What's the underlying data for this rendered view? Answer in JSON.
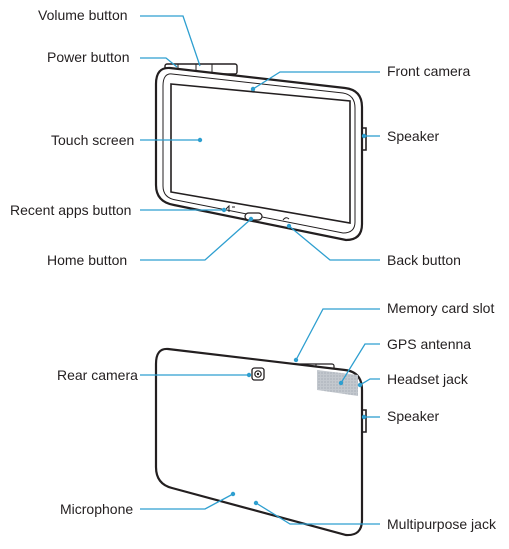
{
  "colors": {
    "leader_line": "#2e9fd0",
    "device_outline": "#231f20",
    "text": "#231f20",
    "gps_region": "#b9bfc6"
  },
  "front": {
    "labels": {
      "volume_button": "Volume button",
      "power_button": "Power button",
      "touch_screen": "Touch screen",
      "recent_apps_button": "Recent apps button",
      "home_button": "Home button",
      "front_camera": "Front camera",
      "speaker": "Speaker",
      "back_button": "Back button"
    }
  },
  "rear": {
    "labels": {
      "rear_camera": "Rear camera",
      "microphone": "Microphone",
      "memory_card_slot": "Memory card slot",
      "gps_antenna": "GPS antenna",
      "headset_jack": "Headset jack",
      "speaker": "Speaker",
      "multipurpose_jack": "Multipurpose jack"
    }
  }
}
